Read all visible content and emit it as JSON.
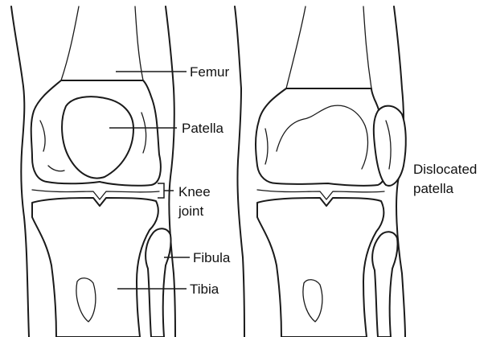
{
  "labels": {
    "femur": "Femur",
    "patella": "Patella",
    "knee_joint_line1": "Knee",
    "knee_joint_line2": "joint",
    "fibula": "Fibula",
    "tibia": "Tibia",
    "dislocated_line1": "Dislocated",
    "dislocated_line2": "patella"
  },
  "colors": {
    "ink": "#1a1a1a",
    "background": "#ffffff"
  }
}
